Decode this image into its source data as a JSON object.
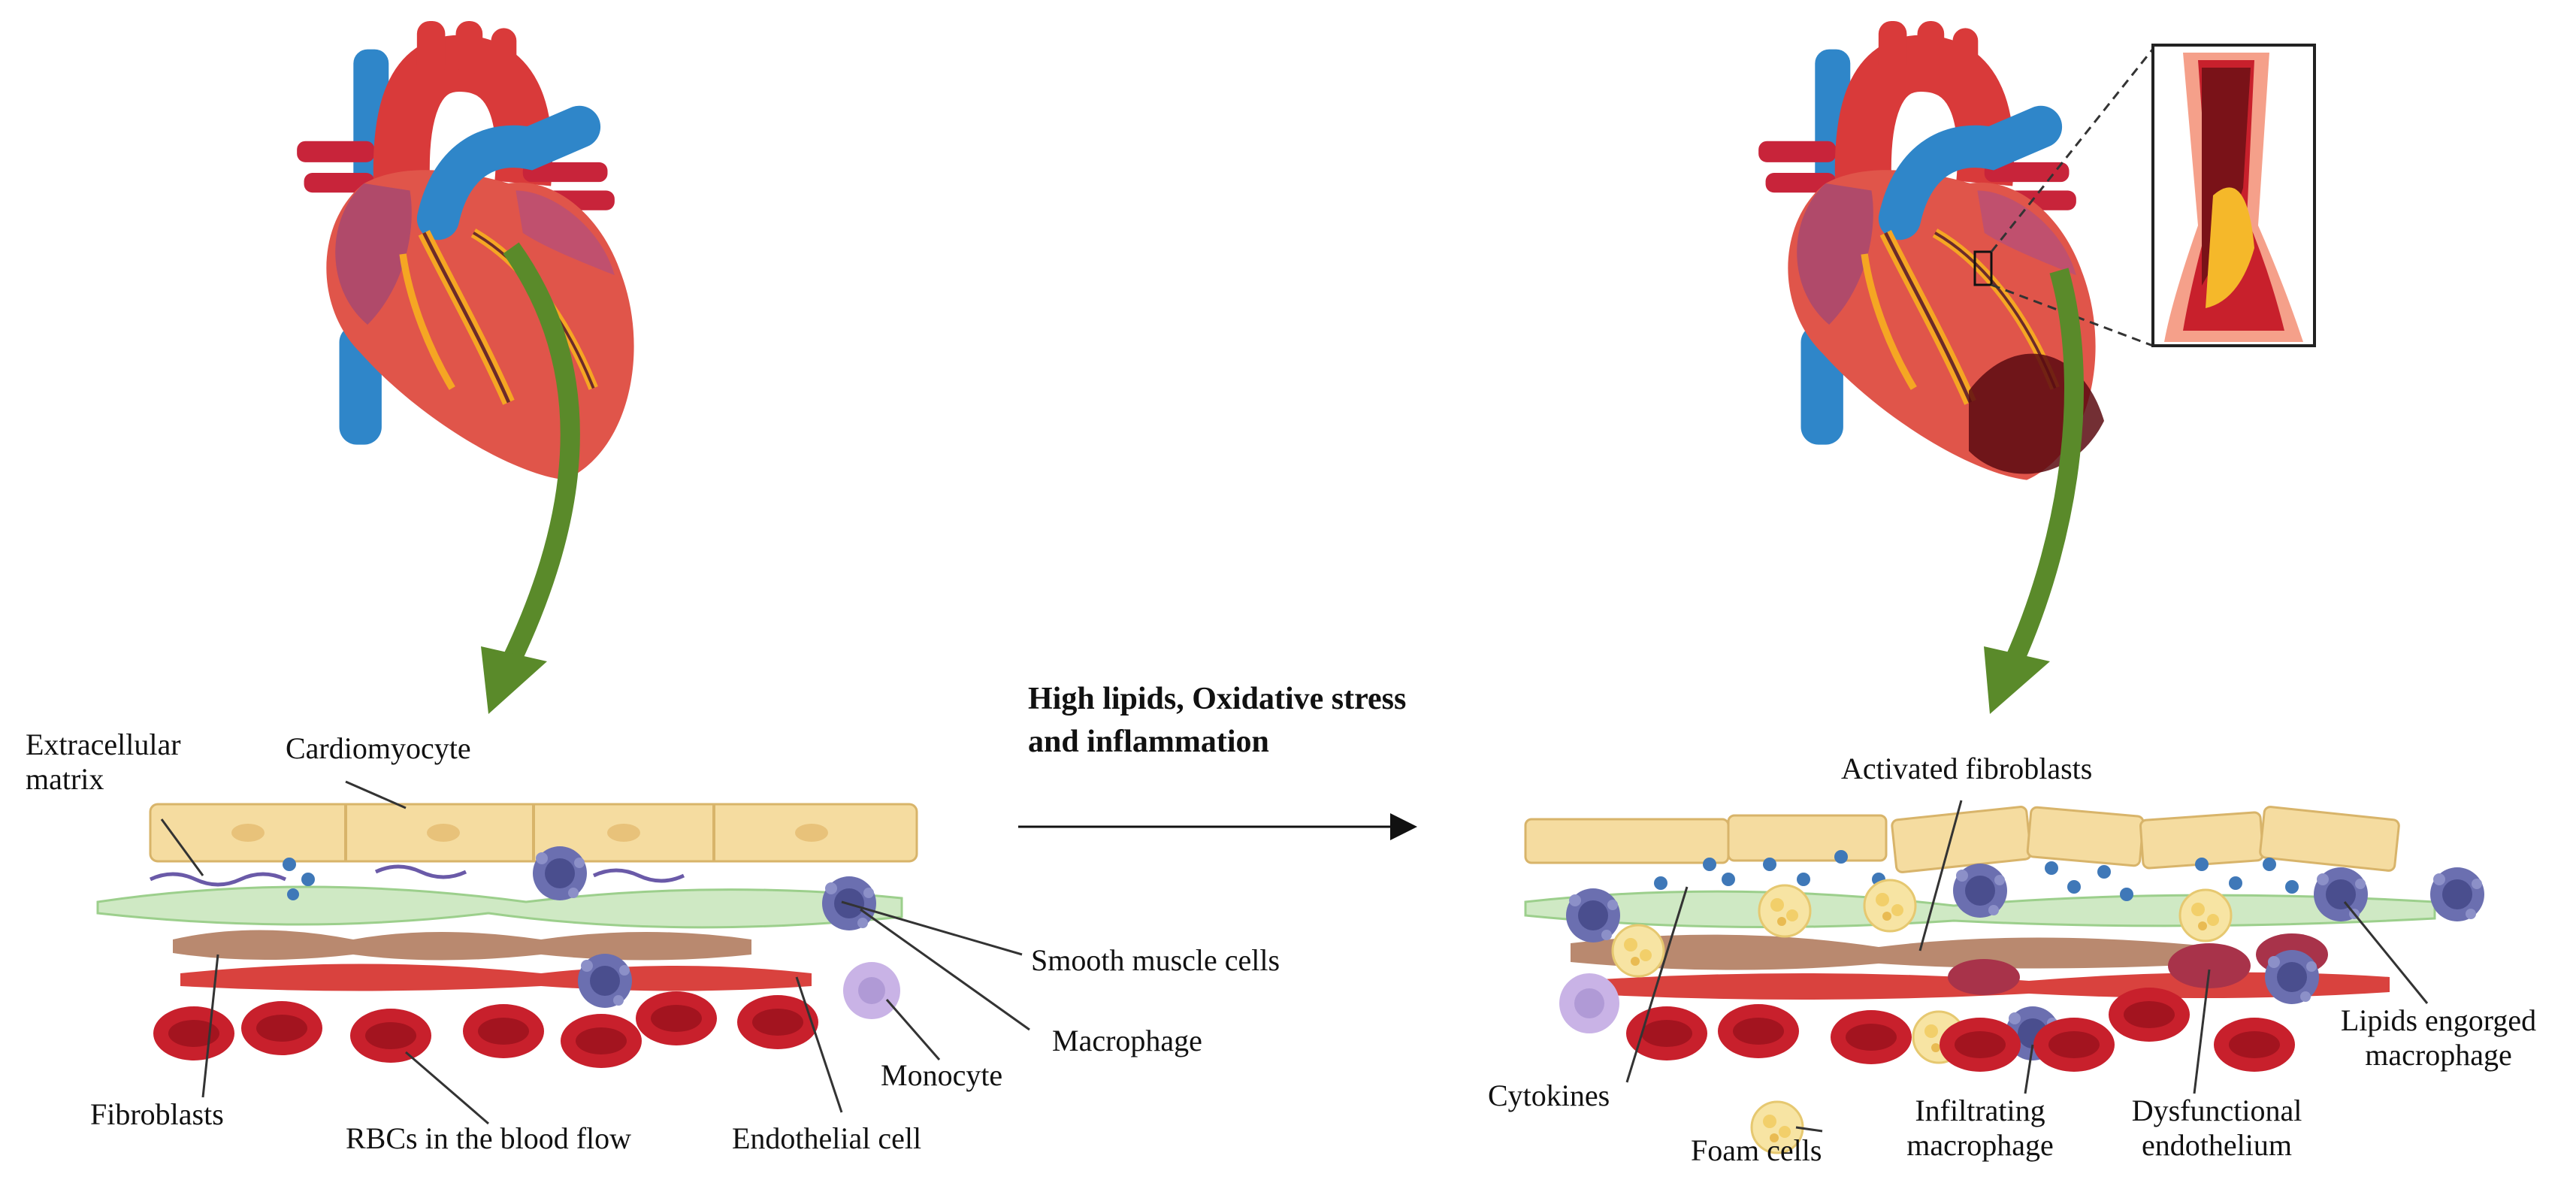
{
  "condition": {
    "line1": "High lipids, Oxidative stress",
    "line2": "and inflammation"
  },
  "healthy": {
    "labels": {
      "extracellular_matrix_1": "Extracellular",
      "extracellular_matrix_2": "matrix",
      "cardiomyocyte": "Cardiomyocyte",
      "smooth_muscle": "Smooth muscle cells",
      "macrophage": "Macrophage",
      "monocyte": "Monocyte",
      "fibroblasts": "Fibroblasts",
      "rbcs": "RBCs in the blood flow",
      "endothelial": "Endothelial cell"
    }
  },
  "diseased": {
    "labels": {
      "activated_fibroblasts": "Activated fibroblasts",
      "cytokines": "Cytokines",
      "foam_cells": "Foam cells",
      "infiltrating_1": "Infiltrating",
      "infiltrating_2": "macrophage",
      "dysfunctional_1": "Dysfunctional",
      "dysfunctional_2": "endothelium",
      "lipids_1": "Lipids engorged",
      "lipids_2": "macrophage"
    }
  },
  "colors": {
    "aorta_red": "#d93a3a",
    "vein_blue": "#2f86c9",
    "myocardium": "#e0554a",
    "arrow_green": "#5a8a2a",
    "cardiomyocyte": "#f5dca0",
    "smooth_muscle": "#cfe9c4",
    "fibroblast": "#b9896f",
    "endothelial": "#d9423e",
    "rbc": "#c8202c",
    "macrophage": "#6b6fb0",
    "monocyte": "#c9b3e6",
    "foam_cell": "#f7e4a3",
    "cytokine": "#3f78b8",
    "infarct": "#5a0a10"
  }
}
